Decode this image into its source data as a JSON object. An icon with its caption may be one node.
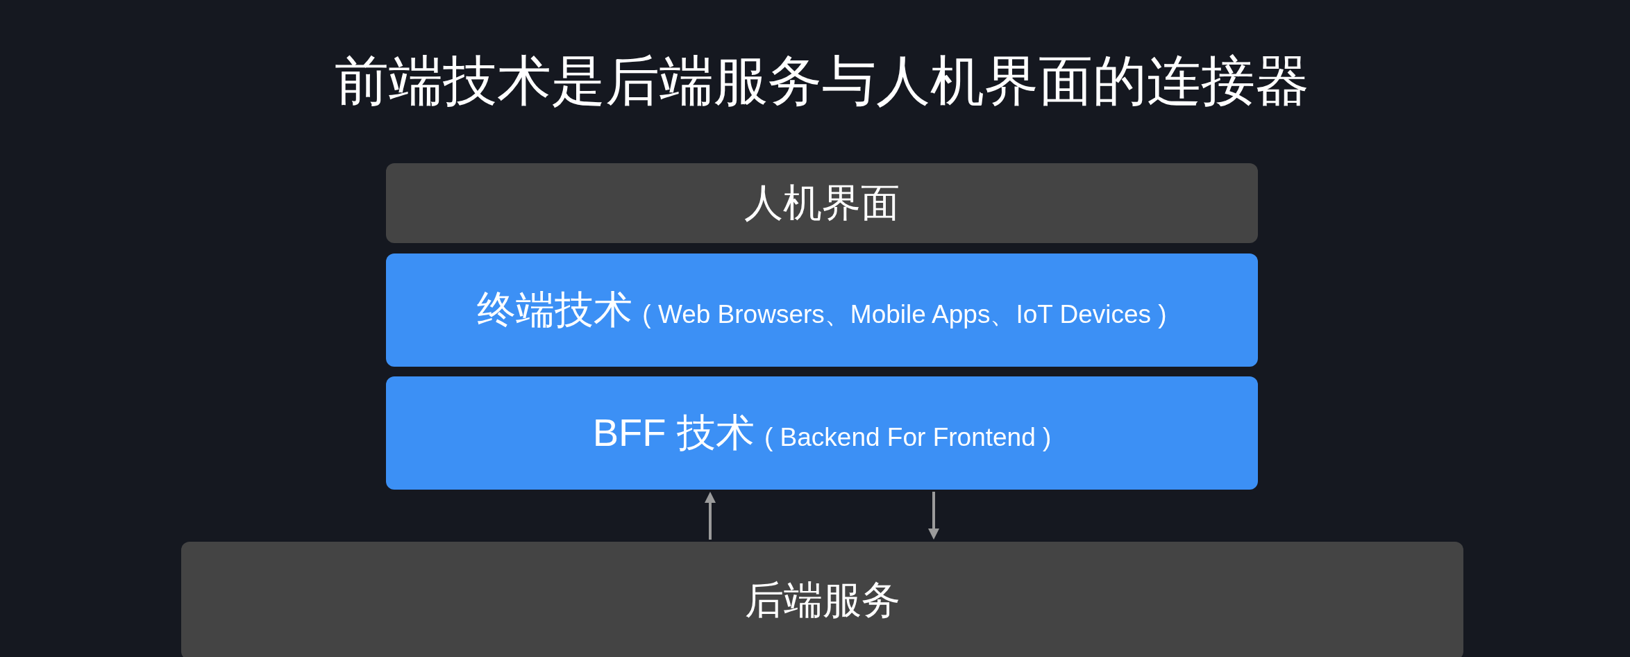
{
  "diagram": {
    "title": "前端技术是后端服务与人机界面的连接器",
    "nodes": [
      {
        "text": [
          "人机界面"
        ]
      },
      {
        "text": [
          "终端技术",
          "( Web Browsers、Mobile Apps、IoT Devices )"
        ]
      },
      {
        "text": [
          "BFF 技术",
          "( Backend For Frontend )"
        ]
      },
      {
        "text": [
          "后端服务"
        ]
      }
    ],
    "edges": [
      {
        "from": 3,
        "to": 2,
        "arrow": "to"
      },
      {
        "from": 2,
        "to": 3,
        "arrow": "to"
      }
    ]
  }
}
